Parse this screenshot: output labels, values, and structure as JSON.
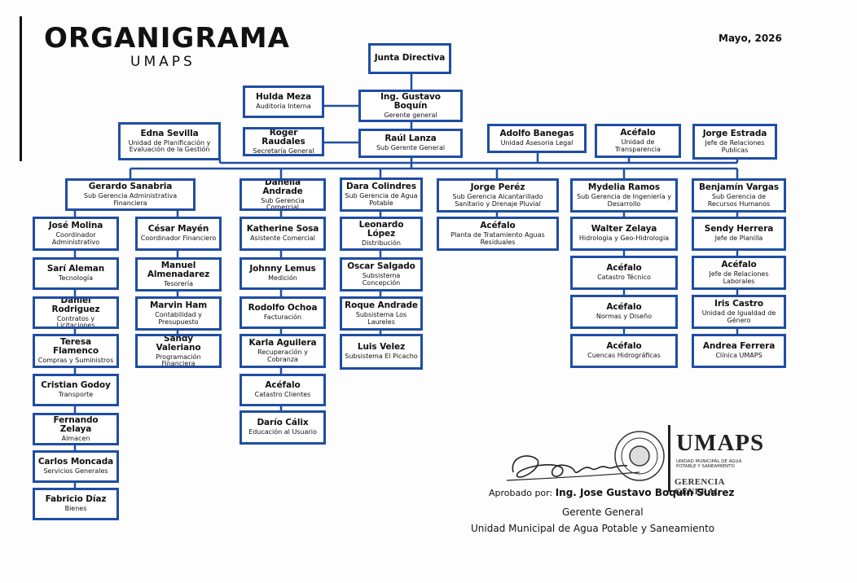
{
  "header": {
    "title": "ORGANIGRAMA",
    "subtitle": "UMAPS",
    "date": "Mayo, 2026"
  },
  "nodes": {
    "junta": {
      "name": "Junta Directiva",
      "role": ""
    },
    "gerente": {
      "name": "Ing. Gustavo Boquín",
      "role": "Gerente general"
    },
    "auditoria": {
      "name": "Hulda Meza",
      "role": "Auditoria Interna"
    },
    "secretaria": {
      "name": "Roger Raudales",
      "role": "Secretaría General"
    },
    "subgerente": {
      "name": "Raúl Lanza",
      "role": "Sub Gerente General"
    },
    "planificacion": {
      "name": "Edna Sevilla",
      "role": "Unidad de Planificación y Evaluación de la Gestión"
    },
    "asesoria": {
      "name": "Adolfo Banegas",
      "role": "Unidad Asesoria Legal"
    },
    "transparencia": {
      "name": "Acéfalo",
      "role": "Unidad de Transparencia"
    },
    "relaciones_publicas": {
      "name": "Jorge Estrada",
      "role": "Jefe de Relaciones Publicas"
    },
    "sg_admin": {
      "name": "Gerardo Sanabria",
      "role": "Sub Gerencia Administrativa Financiera"
    },
    "sg_comercial": {
      "name": "Danelia Andrade",
      "role": "Sub Gerencia Comercial"
    },
    "sg_agua": {
      "name": "Dara Colindres",
      "role": "Sub Gerencia de Agua Potable"
    },
    "sg_alcantarillado": {
      "name": "Jorge Peréz",
      "role": "Sub Gerencia Alcantarillado Sanitario y Drenaje Pluvial"
    },
    "sg_ingenieria": {
      "name": "Mydelia Ramos",
      "role": "Sub Gerencia de Ingeniería y Desarrollo"
    },
    "sg_rrhh": {
      "name": "Benjamín Vargas",
      "role": "Sub Gerencia de Recursos Humanos"
    },
    "admin_col_a": [
      {
        "name": "José Molina",
        "role": "Coordinador Administrativo"
      },
      {
        "name": "Sarí Aleman",
        "role": "Tecnología"
      },
      {
        "name": "Daniel Rodriguez",
        "role": "Contratos y Licitaciones"
      },
      {
        "name": "Teresa Flamenco",
        "role": "Compras y Suministros"
      },
      {
        "name": "Cristian Godoy",
        "role": "Transporte"
      },
      {
        "name": "Fernando Zelaya",
        "role": "Almacen"
      },
      {
        "name": "Carlos Moncada",
        "role": "Servicios Generales"
      },
      {
        "name": "Fabricio Díaz",
        "role": "Bienes"
      }
    ],
    "admin_col_b": [
      {
        "name": "César Mayén",
        "role": "Coordinador Financiero"
      },
      {
        "name": "Manuel Almenadarez",
        "role": "Tesorería"
      },
      {
        "name": "Marvin Ham",
        "role": "Contabilidad y Presupuesto"
      },
      {
        "name": "Sandy Valeriano",
        "role": "Programación Financiera"
      }
    ],
    "comercial": [
      {
        "name": "Katherine Sosa",
        "role": "Asistente Comercial"
      },
      {
        "name": "Johnny Lemus",
        "role": "Medición"
      },
      {
        "name": "Rodolfo Ochoa",
        "role": "Facturación"
      },
      {
        "name": "Karla Aguilera",
        "role": "Recuperación y Cobranza"
      },
      {
        "name": "Acéfalo",
        "role": "Catastro Clientes"
      },
      {
        "name": "Darío Cálix",
        "role": "Educación al Usuario"
      }
    ],
    "agua": [
      {
        "name": "Leonardo López",
        "role": "Distribución"
      },
      {
        "name": "Oscar Salgado",
        "role": "Subsistema Concepción"
      },
      {
        "name": "Roque Andrade",
        "role": "Subsistema Los Laureles"
      },
      {
        "name": "Luis Velez",
        "role": "Subsistema El Picacho"
      }
    ],
    "alcantarillado": [
      {
        "name": "Acéfalo",
        "role": "Planta de Tratamiento Aguas Residuales"
      }
    ],
    "ingenieria": [
      {
        "name": "Walter Zelaya",
        "role": "Hidrologia y Geo-Hidrologia"
      },
      {
        "name": "Acéfalo",
        "role": "Catastro Técnico"
      },
      {
        "name": "Acéfalo",
        "role": "Normas y Diseño"
      },
      {
        "name": "Acéfalo",
        "role": "Cuencas Hidrográficas"
      }
    ],
    "rrhh": [
      {
        "name": "Sendy Herrera",
        "role": "Jefe de Planilla"
      },
      {
        "name": "Acéfalo",
        "role": "Jefe de Relaciones Laborales"
      },
      {
        "name": "Iris Castro",
        "role": "Unidad de Igualdad de Género"
      },
      {
        "name": "Andrea Ferrera",
        "role": "Clínica UMAPS"
      }
    ]
  },
  "approval": {
    "prefix": "Aprobado por:",
    "approver": "Ing. Jose Gustavo Boquin Suarez",
    "title": "Gerente General",
    "org": "Unidad Municipal de Agua Potable y Saneamiento"
  },
  "logo": {
    "text": "UMAPS",
    "subtext": "UNIDAD MUNICIPAL DE AGUA POTABLE Y SANEAMIENTO",
    "stamp": "GERENCIA GENERAL"
  },
  "colors": {
    "border": "#1f4ea3",
    "line": "#1f4ea3"
  }
}
